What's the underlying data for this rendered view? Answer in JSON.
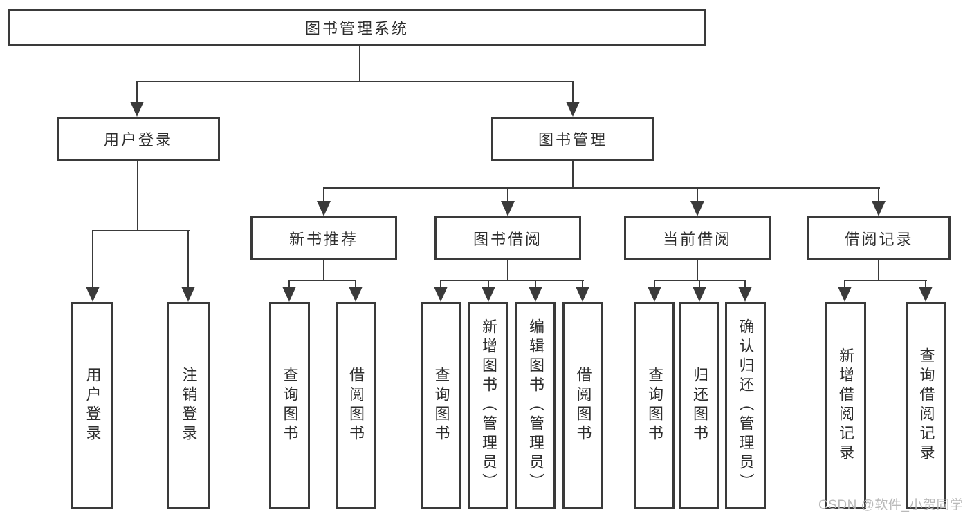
{
  "colors": {
    "line": "#3a3a3a",
    "box_border": "#3a3a3a",
    "text": "#2d2d2d",
    "background": "#ffffff",
    "watermark": "#b9b9b9"
  },
  "tree": {
    "root": "图书管理系统",
    "children": [
      {
        "label": "用户登录",
        "children": [
          "用户登录",
          "注销登录"
        ]
      },
      {
        "label": "图书管理",
        "children": [
          {
            "label": "新书推荐",
            "children": [
              "查询图书",
              "借阅图书"
            ]
          },
          {
            "label": "图书借阅",
            "children": [
              "查询图书",
              "新增图书（管理员）",
              "编辑图书（管理员）",
              "借阅图书"
            ]
          },
          {
            "label": "当前借阅",
            "children": [
              "查询图书",
              "归还图书",
              "确认归还（管理员）"
            ]
          },
          {
            "label": "借阅记录",
            "children": [
              "新增借阅记录",
              "查询借阅记录"
            ]
          }
        ]
      }
    ]
  },
  "watermark": {
    "text": "CSDN @软件_小贺同学"
  }
}
